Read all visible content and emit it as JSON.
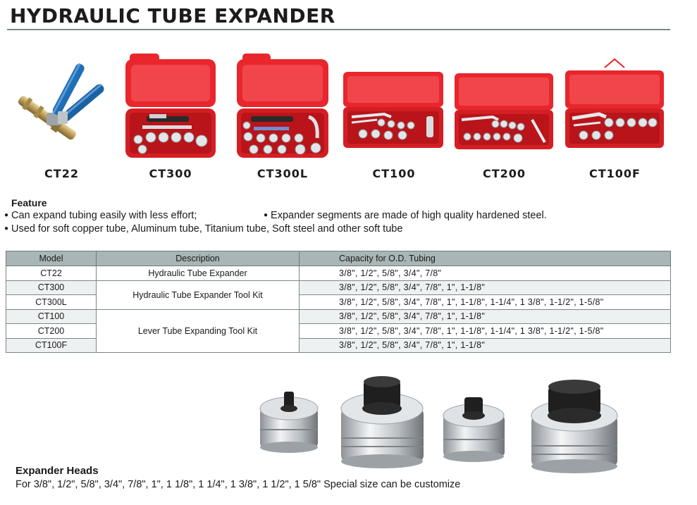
{
  "title": "HYDRAULIC TUBE EXPANDER",
  "products": [
    {
      "label": "CT22",
      "icon": "hydraulic-expander-handles-icon"
    },
    {
      "label": "CT300",
      "icon": "red-tool-case-icon"
    },
    {
      "label": "CT300L",
      "icon": "red-tool-case-icon"
    },
    {
      "label": "CT100",
      "icon": "red-tool-case-icon"
    },
    {
      "label": "CT200",
      "icon": "red-tool-case-icon"
    },
    {
      "label": "CT100F",
      "icon": "red-tool-case-icon"
    }
  ],
  "feature": {
    "title": "Feature",
    "items": [
      "Can expand tubing easily with less effort;",
      "Expander segments are made of high quality hardened steel.",
      "Used for soft copper tube, Aluminum tube, Titanium tube, Soft steel and other soft tube"
    ]
  },
  "table": {
    "headers": [
      "Model",
      "Description",
      "Capacity for O.D. Tubing"
    ],
    "rows": [
      {
        "model": "CT22",
        "desc": "Hydraulic Tube Expander",
        "capacity": "3/8\", 1/2\", 5/8\", 3/4\", 7/8\""
      },
      {
        "model": "CT300",
        "desc": "Hydraulic Tube Expander Tool Kit",
        "capacity": "3/8\", 1/2\", 5/8\", 3/4\", 7/8\", 1\", 1-1/8\""
      },
      {
        "model": "CT300L",
        "desc": "",
        "capacity": "3/8\", 1/2\", 5/8\", 3/4\", 7/8\", 1\", 1-1/8\", 1-1/4\", 1 3/8\", 1-1/2\", 1-5/8\""
      },
      {
        "model": "CT100",
        "desc": "Lever Tube Expanding Tool Kit",
        "capacity": "3/8\", 1/2\", 5/8\", 3/4\", 7/8\", 1\", 1-1/8\""
      },
      {
        "model": "CT200",
        "desc": "",
        "capacity": "3/8\", 1/2\", 5/8\", 3/4\", 7/8\", 1\", 1-1/8\", 1-1/4\", 1 3/8\", 1-1/2\", 1-5/8\""
      },
      {
        "model": "CT100F",
        "desc": "",
        "capacity": "3/8\", 1/2\", 5/8\", 3/4\", 7/8\", 1\", 1-1/8\""
      }
    ]
  },
  "expander_heads": {
    "title": "Expander Heads",
    "text": "For 3/8\", 1/2\", 5/8\", 3/4\", 7/8\", 1\", 1 1/8\", 1 1/4\", 1 3/8\", 1 1/2\", 1 5/8\" Special size can be customize",
    "icon": "expander-head-icon"
  },
  "colors": {
    "case_red": "#e8262c",
    "case_dark": "#b81419",
    "handle_blue": "#1f6fb5",
    "table_header": "#aab6b6",
    "chrome": "#c9ccd0"
  }
}
